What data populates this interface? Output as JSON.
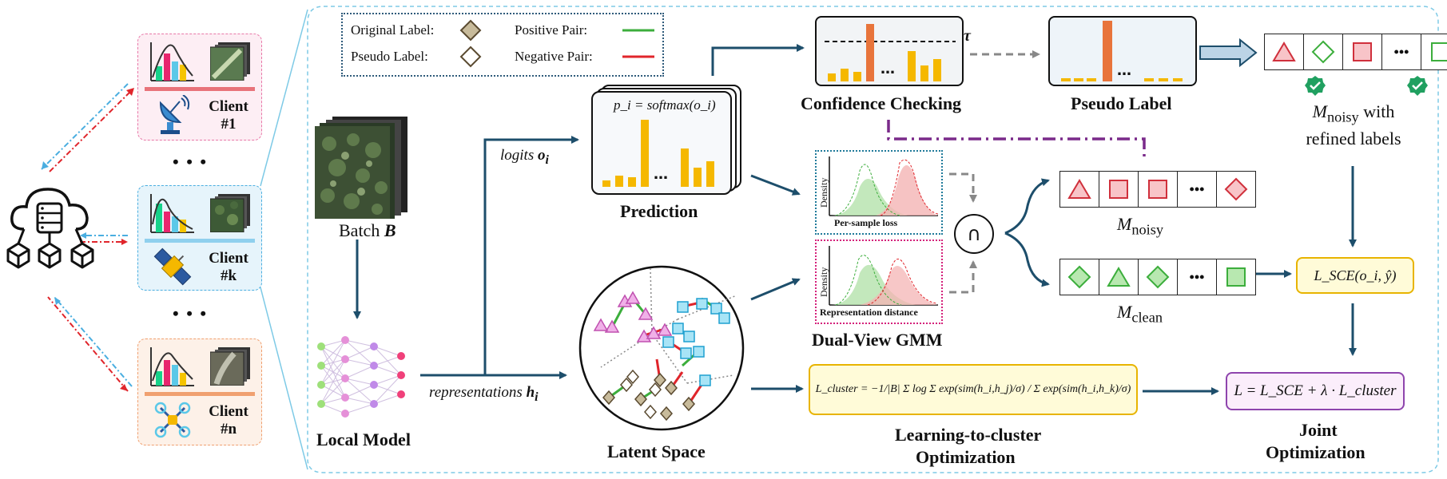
{
  "legend": {
    "original_label": "Original Label:",
    "pseudo_label": "Pseudo Label:",
    "positive_pair": "Positive Pair:",
    "negative_pair": "Negative Pair:"
  },
  "clients": [
    {
      "name": "Client",
      "id": "#1"
    },
    {
      "name": "Client",
      "id": "#k"
    },
    {
      "name": "Client",
      "id": "#n"
    }
  ],
  "ellipsis": "• • •",
  "batch_label": "Batch",
  "batch_symbol": "B",
  "local_model": "Local Model",
  "logits_label": "logits",
  "logits_symbol": "o",
  "logits_sub": "i",
  "representations_label": "representations",
  "rep_symbol": "h",
  "rep_sub": "i",
  "prediction_formula": "p_i = softmax(o_i)",
  "prediction_title": "Prediction",
  "latent_space": "Latent Space",
  "confidence_title": "Confidence Checking",
  "tau": "τ",
  "pseudo_label_title": "Pseudo Label",
  "refined": {
    "m": "M",
    "sub": "noisy",
    "line1": " with",
    "line2": "refined labels"
  },
  "gmm": {
    "per_sample": "Per-sample loss",
    "rep_distance": "Representation distance",
    "density": "Density",
    "title": "Dual-View GMM",
    "intersect": "∩"
  },
  "m_noisy": {
    "m": "M",
    "sub": "noisy"
  },
  "m_clean": {
    "m": "M",
    "sub": "clean"
  },
  "sce_loss": "L_SCE(o_i, ŷ)",
  "cluster_formula": "L_cluster = −1/|B| Σ log Σ exp(sim(h_i,h_j)/σ) / Σ exp(sim(h_i,h_k)/σ)",
  "cluster_title_1": "Learning-to-cluster",
  "cluster_title_2": "Optimization",
  "joint_formula": "L = L_SCE + λ · L_cluster",
  "joint_title_1": "Joint",
  "joint_title_2": "Optimization",
  "colors": {
    "bar_yellow": "#f5b800",
    "bar_orange": "#e8743b",
    "arrow": "#1d4e6b",
    "green": "#3cae3c",
    "red": "#e0252b",
    "pink": "#e89ad9",
    "cyan": "#5bc8e8",
    "tan": "#b8a888"
  }
}
